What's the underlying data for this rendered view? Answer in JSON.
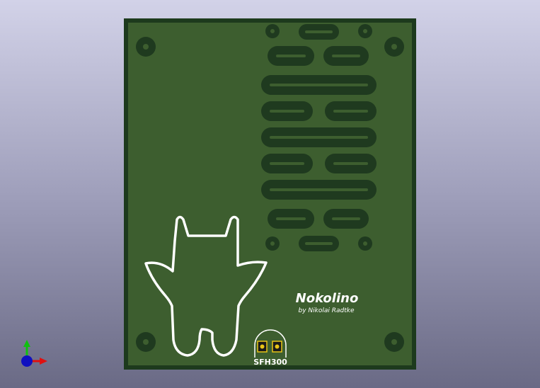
{
  "viewer": {
    "background_top": "#d2d2e8",
    "background_bottom": "#6a6a85"
  },
  "board": {
    "title": "Nokolino",
    "author": "by Nikolai Radtke",
    "component_label": "SFH300",
    "colors": {
      "substrate": "#3d5e2f",
      "outline": "#1d3a1d",
      "slot": "#1f3a1f",
      "silkscreen": "#ffffff",
      "pad": "#e8c417"
    }
  },
  "axes_gizmo": {
    "x_color": "#e01010",
    "y_color": "#10c010",
    "z_color": "#1010c0"
  }
}
